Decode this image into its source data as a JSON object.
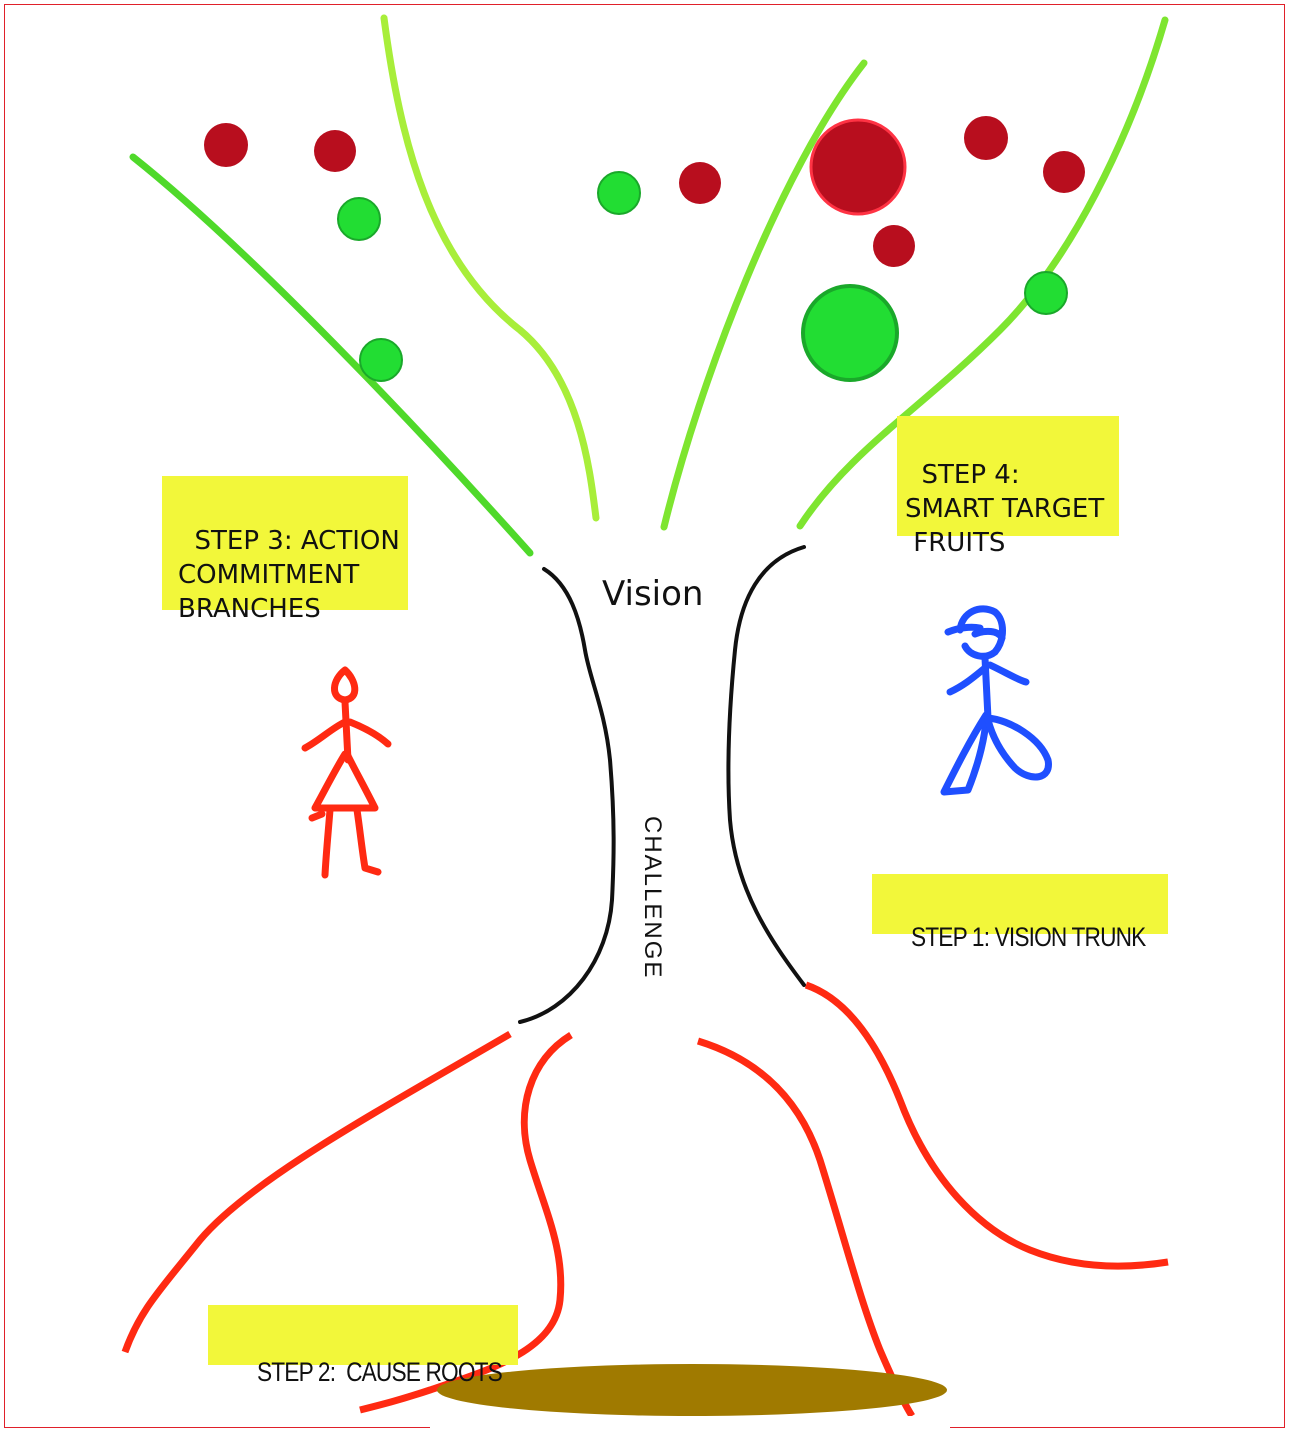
{
  "labels": {
    "step3": "STEP 3: ACTION\nCOMMITMENT\nBRANCHES",
    "step4": "STEP 4:\nSMART TARGET\n FRUITS",
    "step1": "STEP 1: VISION TRUNK",
    "step2": "STEP 2:  CAUSE ROOTS",
    "vision": "Vision",
    "challenge": "CHALLENGE"
  },
  "colors": {
    "frame": "#e0202a",
    "label_bg": "#f2f73a",
    "branch_dark": "#4fd92a",
    "branch_light": "#a8ee3a",
    "trunk": "#111111",
    "root": "#ff2a12",
    "fruit_red": "#b80e1e",
    "fruit_green": "#22dd33",
    "ground": "#a07a00",
    "girl": "#ff2a12",
    "boy": "#1f4fff"
  }
}
